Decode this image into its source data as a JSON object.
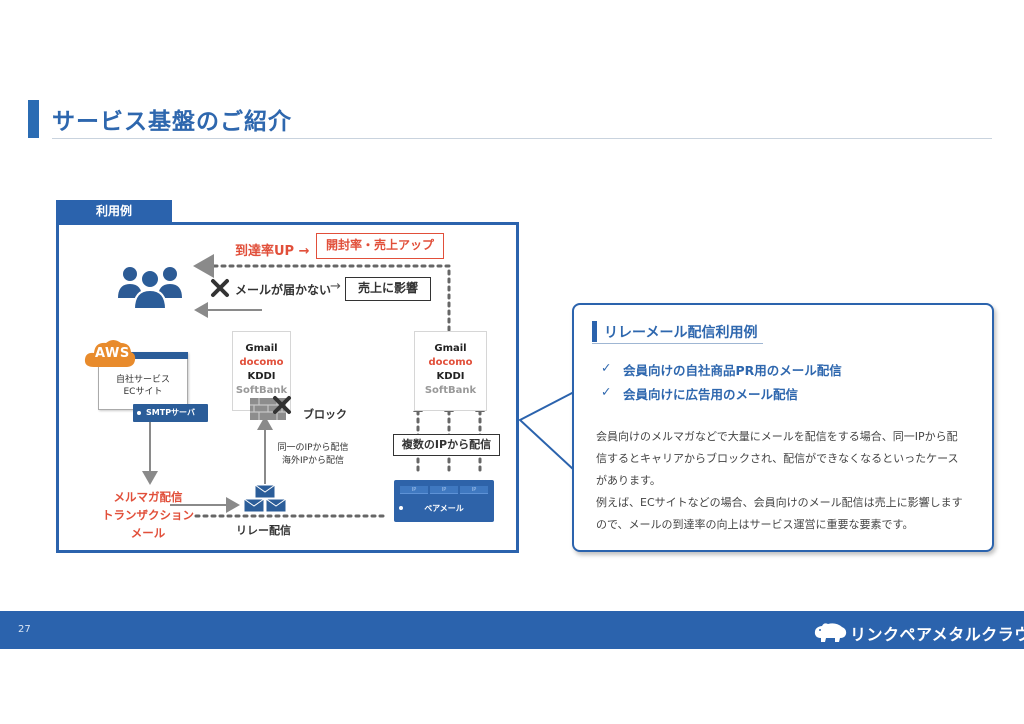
{
  "header": {
    "title": "サービス基盤のご紹介"
  },
  "example": {
    "tab_label": "利用例",
    "reach_up": "到達率UP →",
    "open_rate_box": "開封率・売上アップ",
    "no_delivery": "メールが届かない",
    "arrow_small": "→",
    "sales_impact_box": "売上に影響",
    "carriers_left": [
      "Gmail",
      "docomo",
      "KDDI",
      "SoftBank"
    ],
    "carriers_right": [
      "Gmail",
      "docomo",
      "KDDI",
      "SoftBank"
    ],
    "block_label": "ブロック",
    "aws_label": "AWS",
    "own_service": [
      "自社サービス",
      "ECサイト"
    ],
    "smtp_label": "SMTPサーバ",
    "same_ip": [
      "同一のIPから配信",
      "海外IPから配信"
    ],
    "multi_ip_box": "複数のIPから配信",
    "pair_label": "ペアメール",
    "ip_labels": [
      "IP",
      "IP",
      "IP"
    ],
    "mailmag": [
      "メルマガ配信",
      "トランザクション",
      "メール"
    ],
    "relay_label": "リレー配信"
  },
  "callout": {
    "title": "リレーメール配信利用例",
    "check": "✓",
    "bullets": [
      "会員向けの自社商品PR用のメール配信",
      "会員向けに広告用のメール配信"
    ],
    "body": [
      "会員向けのメルマガなどで大量にメールを配信をする場合、同一IPから配",
      "信するとキャリアからブロックされ、配信ができなくなるといったケース",
      "があります。",
      "例えば、ECサイトなどの場合、会員向けのメール配信は売上に影響します",
      "ので、メールの到達率の向上はサービス運営に重要な要素です。"
    ]
  },
  "footer": {
    "page": "27",
    "brand": "リンクペアメタルクラウド"
  },
  "colors": {
    "brand_blue": "#2b63ad",
    "accent_red": "#e14f3a",
    "title_blue": "#2e67ae"
  },
  "icons": [
    "users-icon",
    "cross-icon",
    "firewall-icon",
    "mail-stack-icon",
    "aws-cloud-icon",
    "bear-logo-icon"
  ]
}
